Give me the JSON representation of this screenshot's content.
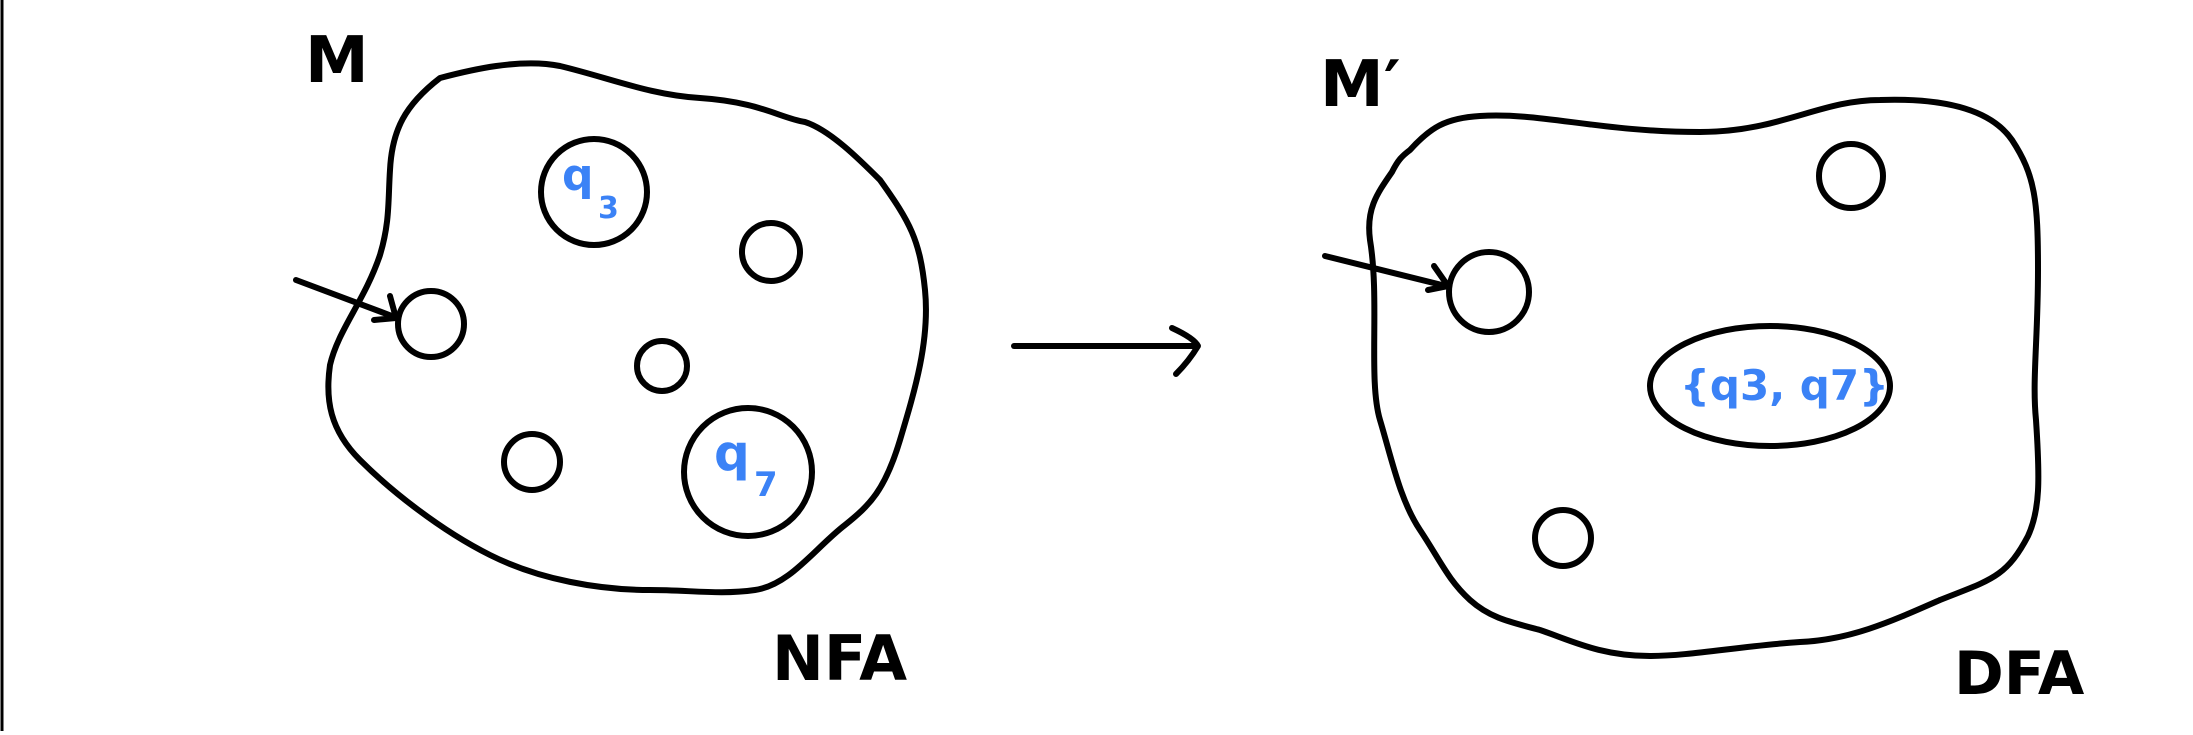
{
  "left_machine": {
    "name": "M",
    "type_label": "NFA",
    "accept_state_a": {
      "symbol": "q",
      "subscript": "3"
    },
    "accept_state_b": {
      "symbol": "q",
      "subscript": "7"
    }
  },
  "right_machine": {
    "name": "M′",
    "type_label": "DFA",
    "merged_state": {
      "text": "{q3, q7}"
    }
  },
  "colors": {
    "ink": "#000000",
    "state_label": "#3b82f6",
    "background": "#ffffff"
  }
}
